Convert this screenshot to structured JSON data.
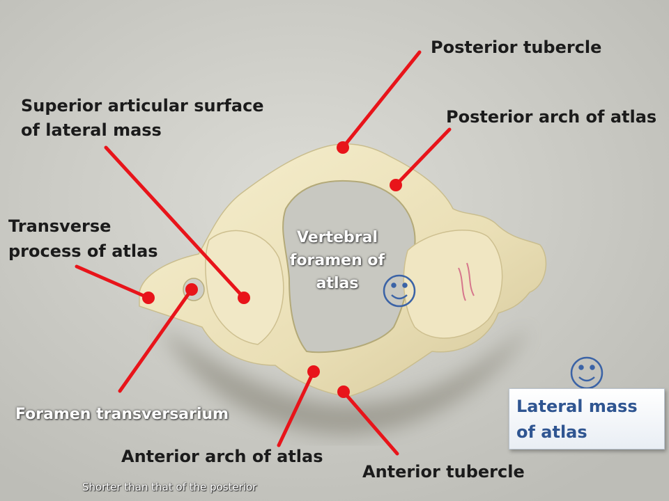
{
  "labels": {
    "posterior_tubercle": "Posterior tubercle",
    "posterior_arch": "Posterior arch of atlas",
    "superior_articular_1": "Superior articular surface",
    "superior_articular_2": "of lateral mass",
    "transverse_1": "Transverse",
    "transverse_2": "process of atlas",
    "vertebral_1": "Vertebral",
    "vertebral_2": "foramen of",
    "vertebral_3": "atlas",
    "foramen_transversarium": "Foramen transversarium",
    "anterior_arch": "Anterior arch of atlas",
    "anterior_tubercle": "Anterior tubercle",
    "lateral_mass_1": "Lateral mass",
    "lateral_mass_2": "of atlas",
    "note": "Shorter than that of the posterior"
  },
  "colors": {
    "pointer": "#e8141a",
    "bone": "#ece3bf",
    "background": "#cfcfca",
    "smiley": "#3b63a6"
  },
  "icons": [
    "smiley-face-icon"
  ]
}
